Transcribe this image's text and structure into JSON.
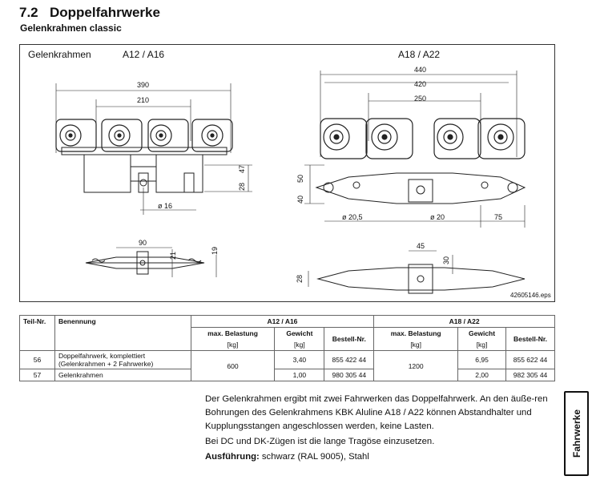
{
  "header": {
    "section_number": "7.2",
    "title": "Doppelfahrwerke",
    "subtitle": "Gelenkrahmen classic"
  },
  "figure": {
    "label": "Gelenkrahmen",
    "left_caption": "A12 / A16",
    "right_caption": "A18 / A22",
    "file_ref": "42605146.eps",
    "left_dims": {
      "d390": "390",
      "d210": "210",
      "d47": "47",
      "d28": "28",
      "d16": "ø 16",
      "d90": "90",
      "d21": "21",
      "d19": "19"
    },
    "right_dims": {
      "d440": "440",
      "d420": "420",
      "d250": "250",
      "d50": "50",
      "d40": "40",
      "d205": "ø 20,5",
      "d20": "ø 20",
      "d75": "75",
      "d45": "45",
      "d30": "30",
      "d28b": "28"
    }
  },
  "table": {
    "headers": {
      "part_no": "Teil-Nr.",
      "name": "Benennung",
      "group_left": "A12 / A16",
      "group_right": "A18 / A22",
      "load": "max. Belastung",
      "weight": "Gewicht",
      "order": "Bestell-Nr.",
      "unit_kg": "[kg]"
    },
    "rows": [
      {
        "part_no": "56",
        "name_line1": "Doppelfahrwerk, komplettiert",
        "name_line2": "(Gelenkrahmen + 2 Fahrwerke)",
        "left_weight": "3,40",
        "left_order": "855 422 44",
        "right_weight": "6,95",
        "right_order": "855 622 44"
      },
      {
        "part_no": "57",
        "name_line1": "Gelenkrahmen",
        "left_weight": "1,00",
        "left_order": "980 305 44",
        "right_weight": "2,00",
        "right_order": "982 305 44"
      }
    ],
    "left_load": "600",
    "right_load": "1200"
  },
  "description": {
    "p1": "Der Gelenkrahmen ergibt mit zwei Fahrwerken das Doppelfahrwerk. An den äuße-ren Bohrungen des Gelenkrahmens KBK Aluline A18 / A22 können Abstandhalter und Kupplungsstangen angeschlossen werden, keine Lasten.",
    "p2": "Bei DC und DK-Zügen ist die lange Tragöse einzusetzen.",
    "p3_label": "Ausführung:",
    "p3_value": " schwarz (RAL 9005), Stahl"
  },
  "side_tab": "Fahrwerke"
}
